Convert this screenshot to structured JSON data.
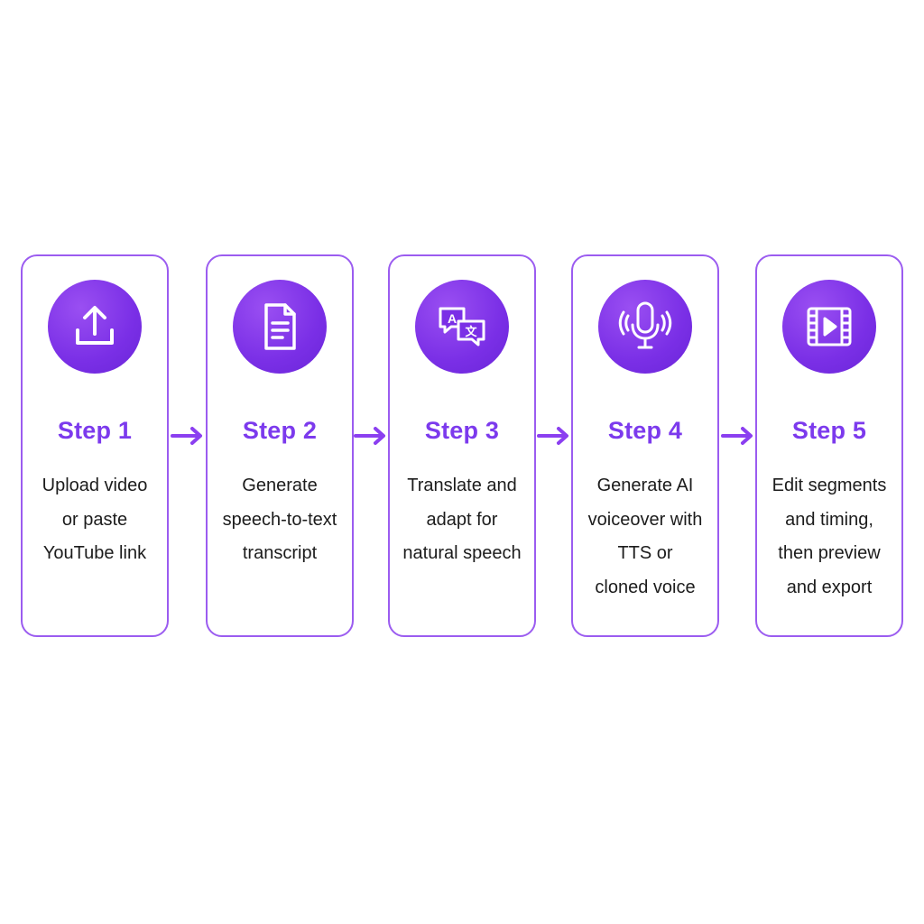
{
  "colors": {
    "accent": "#7c3aed",
    "border": "#9b5cf0",
    "icon_bg": "#7a2fe6",
    "arrow": "#8b3ff0",
    "text": "#1c1c1c"
  },
  "steps": [
    {
      "title": "Step 1",
      "icon": "upload-icon",
      "lines": [
        "Upload video",
        "or paste",
        "YouTube link"
      ]
    },
    {
      "title": "Step 2",
      "icon": "document-icon",
      "lines": [
        "Generate",
        "speech-to-text",
        "transcript"
      ]
    },
    {
      "title": "Step 3",
      "icon": "translate-icon",
      "icon_glyphs": [
        "A",
        "文"
      ],
      "lines": [
        "Translate and",
        "adapt for",
        "natural speech"
      ]
    },
    {
      "title": "Step 4",
      "icon": "microphone-icon",
      "lines": [
        "Generate AI",
        "voiceover with",
        "TTS or",
        "cloned voice"
      ]
    },
    {
      "title": "Step 5",
      "icon": "video-film-icon",
      "lines": [
        "Edit segments",
        "and timing,",
        "then preview",
        "and export"
      ]
    }
  ]
}
